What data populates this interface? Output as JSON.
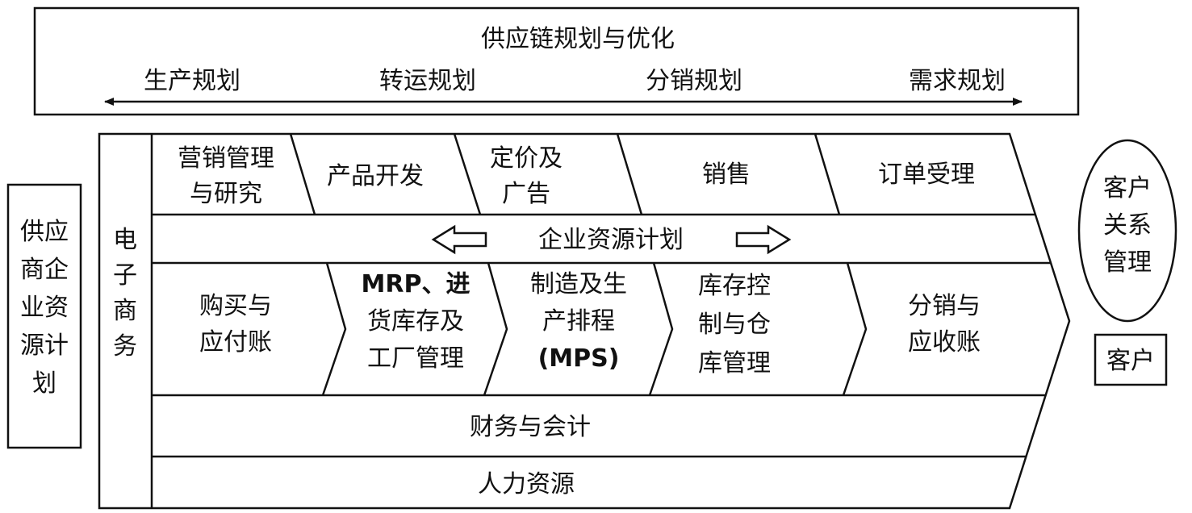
{
  "top_panel": {
    "title": "供应链规划与优化",
    "stages": [
      "生产规划",
      "转运规划",
      "分销规划",
      "需求规划"
    ]
  },
  "supplier_erp": {
    "lines": [
      "供应",
      "商企",
      "业资",
      "源计",
      "划"
    ]
  },
  "ecommerce": {
    "lines": [
      "电",
      "子",
      "商",
      "务"
    ]
  },
  "front_row": [
    {
      "lines": [
        "营销管理",
        "与研究"
      ]
    },
    {
      "lines": [
        "产品开发"
      ]
    },
    {
      "lines": [
        "定价及",
        "广告"
      ]
    },
    {
      "lines": [
        "销售"
      ]
    },
    {
      "lines": [
        "订单受理"
      ]
    }
  ],
  "erp_band": {
    "label": "企业资源计划"
  },
  "back_row": [
    {
      "lines": [
        "购买与",
        "应付账"
      ]
    },
    {
      "lines": [
        "MRP、进",
        "货库存及",
        "工厂管理"
      ]
    },
    {
      "lines": [
        "制造及生",
        "产排程",
        "(MPS)"
      ]
    },
    {
      "lines": [
        "库存控",
        "制与仓",
        "库管理"
      ]
    },
    {
      "lines": [
        "分销与",
        "应收账"
      ]
    }
  ],
  "finance_band": {
    "label": "财务与会计"
  },
  "hr_band": {
    "label": "人力资源"
  },
  "crm": {
    "lines": [
      "客户",
      "关系",
      "管理"
    ]
  },
  "customer": {
    "label": "客户"
  }
}
